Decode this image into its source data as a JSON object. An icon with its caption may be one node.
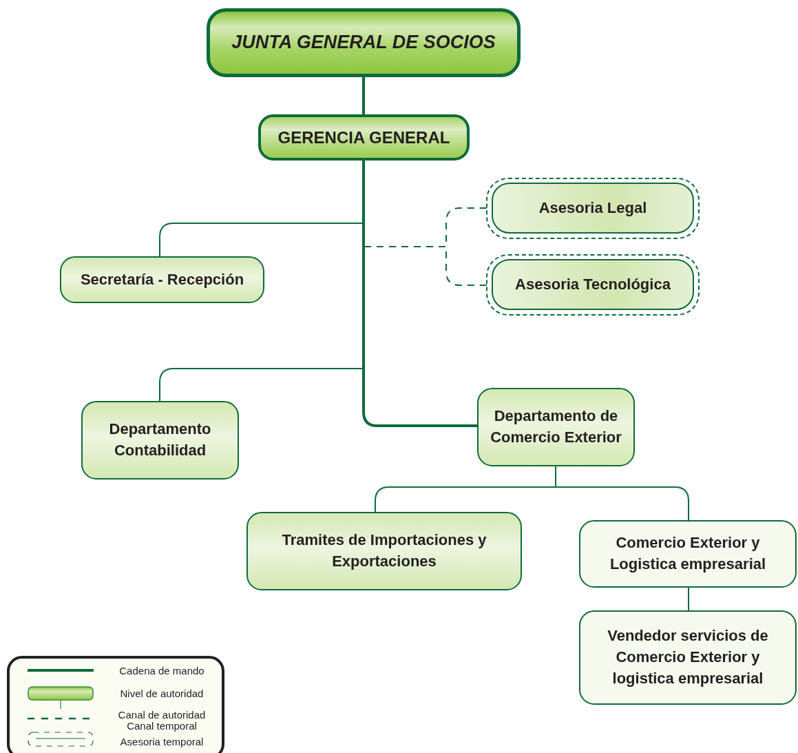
{
  "diagram": {
    "nodes": [
      {
        "text": [
          "JUNTA GENERAL DE SOCIOS"
        ]
      },
      {
        "text": [
          "GERENCIA GENERAL"
        ]
      },
      {
        "text": [
          "Asesoria Legal"
        ]
      },
      {
        "text": [
          "Asesoria Tecnológica"
        ]
      },
      {
        "text": [
          "Secretaría - Recepción"
        ]
      },
      {
        "text": [
          "Departamento Contabilidad"
        ]
      },
      {
        "text": [
          "Departamento de Comercio Exterior"
        ]
      },
      {
        "text": [
          "Tramites de Importaciones y Exportaciones"
        ]
      },
      {
        "text": [
          "Comercio Exterior y Logistica empresarial"
        ]
      },
      {
        "text": [
          "Vendedor servicios de Comercio Exterior y logistica empresarial"
        ]
      }
    ],
    "edges": [
      {
        "from": 0,
        "to": 1,
        "arrow": "none",
        "style": "thick"
      },
      {
        "from": 1,
        "to": 4,
        "arrow": "none"
      },
      {
        "from": 1,
        "to": 2,
        "arrow": "none",
        "style": "dashed"
      },
      {
        "from": 1,
        "to": 3,
        "arrow": "none",
        "style": "dashed"
      },
      {
        "from": 1,
        "to": 5,
        "arrow": "none"
      },
      {
        "from": 1,
        "to": 6,
        "arrow": "none",
        "style": "thick"
      },
      {
        "from": 6,
        "to": 7,
        "arrow": "none"
      },
      {
        "from": 6,
        "to": 8,
        "arrow": "none"
      },
      {
        "from": 8,
        "to": 9,
        "arrow": "none"
      }
    ],
    "legend": [
      {
        "text": "Cadena de mando"
      },
      {
        "text": "Nivel de autoridad"
      },
      {
        "text": "Canal de autoridad Canal temporal"
      },
      {
        "text": "Asesoria temporal"
      }
    ]
  }
}
